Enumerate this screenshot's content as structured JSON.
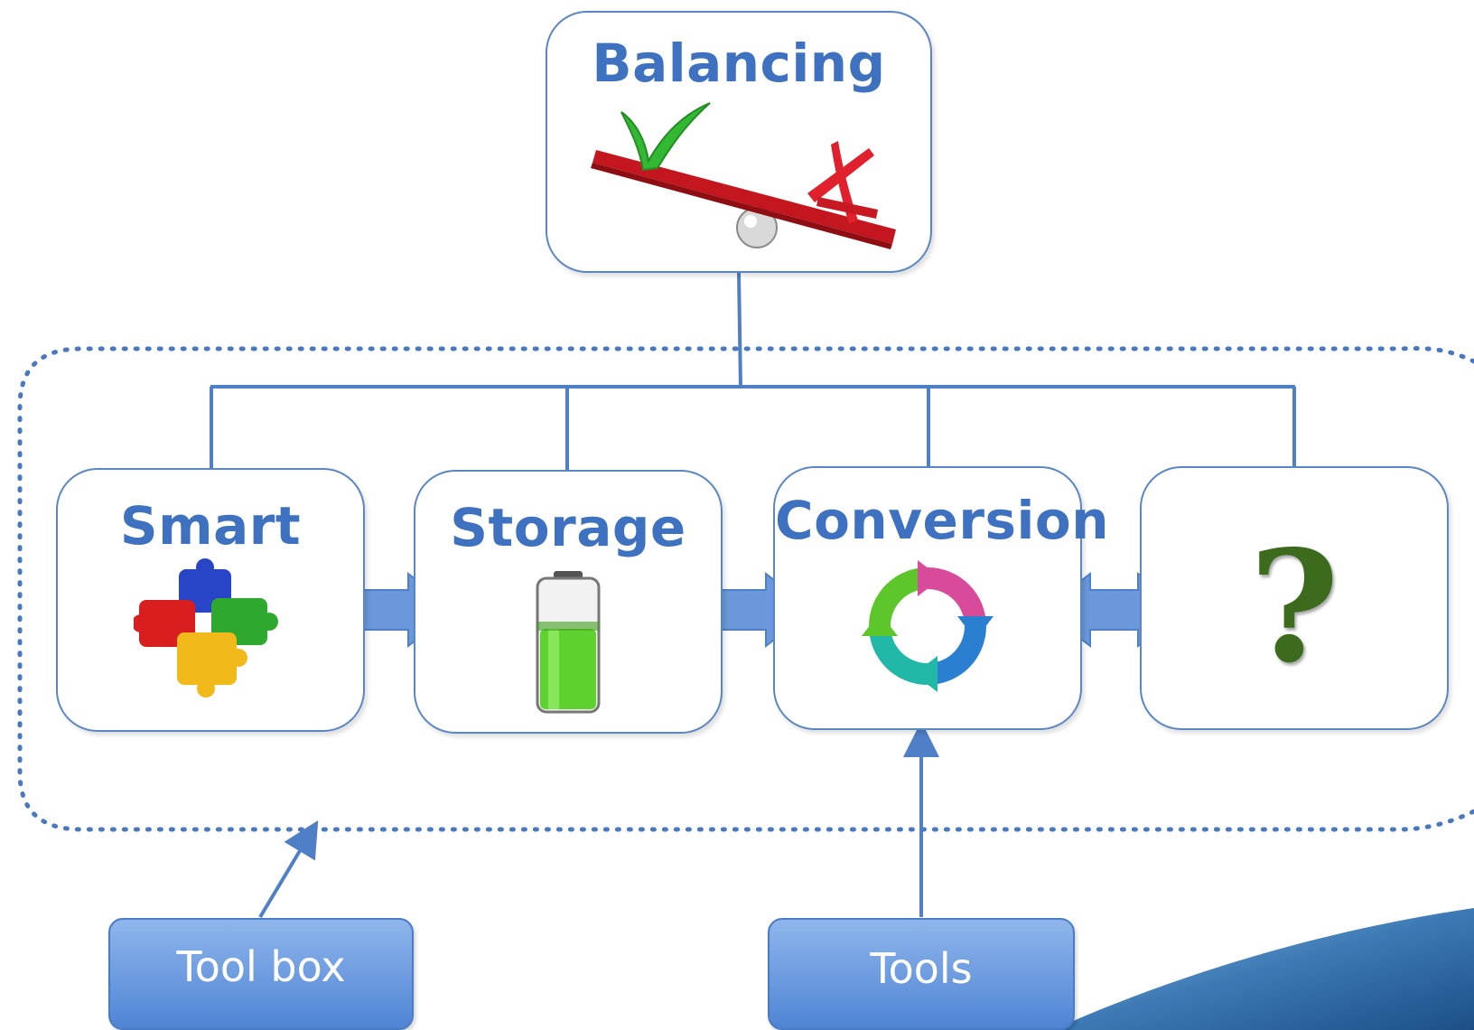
{
  "diagram": {
    "top": {
      "title": "Balancing",
      "icon": "seesaw-check-cross-icon"
    },
    "tools": [
      {
        "id": "smart",
        "title": "Smart",
        "icon": "puzzle-pieces-icon"
      },
      {
        "id": "storage",
        "title": "Storage",
        "icon": "battery-icon"
      },
      {
        "id": "conversion",
        "title": "Conversion",
        "icon": "cycle-arrows-icon"
      },
      {
        "id": "unknown",
        "title": "",
        "icon": "question-mark-icon",
        "symbol": "?"
      }
    ],
    "labels": {
      "toolbox": "Tool box",
      "tools": "Tools"
    }
  },
  "colors": {
    "accent": "#3e72c0",
    "border": "#5a86c4",
    "arrow": "#5f8fd6",
    "check": "#33b833",
    "cross": "#e0202c",
    "seesaw": "#c4161f",
    "battery": "#5fd12f",
    "question": "#3d6b1e"
  }
}
